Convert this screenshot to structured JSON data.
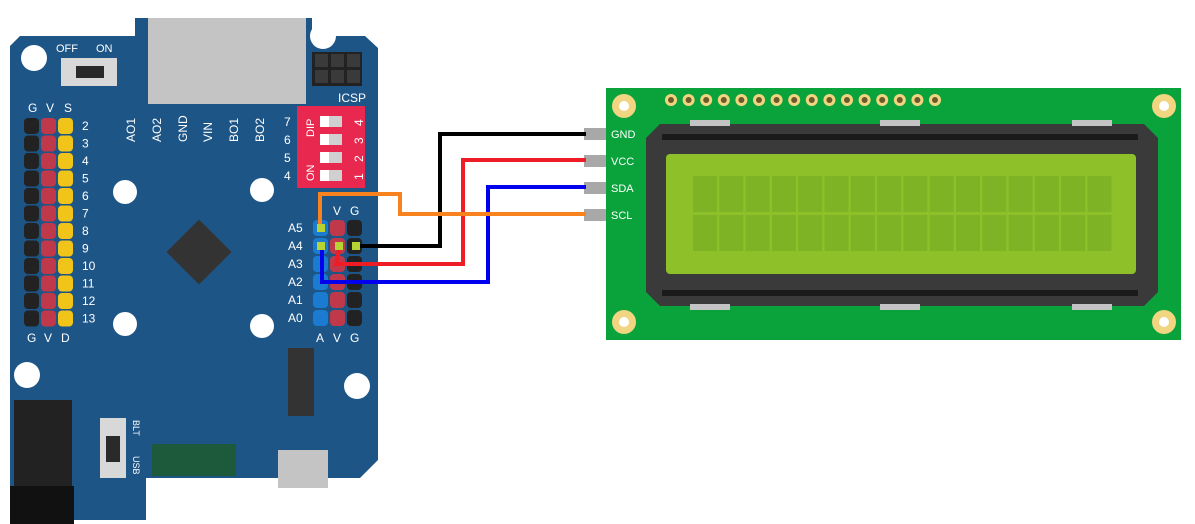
{
  "board": {
    "power_switch": {
      "off": "OFF",
      "on": "ON"
    },
    "icsp": "ICSP",
    "digital_header_cols": {
      "g": "G",
      "v": "V",
      "s": "S"
    },
    "digital_header_bottom": {
      "g": "G",
      "v": "V",
      "d": "D"
    },
    "digital_pins": [
      "2",
      "3",
      "4",
      "5",
      "6",
      "7",
      "8",
      "9",
      "10",
      "11",
      "12",
      "13"
    ],
    "top_labels": [
      "AO1",
      "AO2",
      "GND",
      "VIN",
      "BO1",
      "BO2"
    ],
    "dip_left_numbers": [
      "7",
      "6",
      "5",
      "4"
    ],
    "dip_label": "DIP",
    "dip_on_label": "ON",
    "dip_right_numbers": [
      "4",
      "3",
      "2",
      "1"
    ],
    "analog_header_top": {
      "v": "V",
      "g": "G"
    },
    "analog_pins": [
      "A5",
      "A4",
      "A3",
      "A2",
      "A1",
      "A0"
    ],
    "analog_header_bottom": {
      "a": "A",
      "v": "V",
      "g": "G"
    },
    "switch_labels": {
      "blt": "BLT",
      "usb": "USB"
    }
  },
  "lcd": {
    "pins": [
      "GND",
      "VCC",
      "SDA",
      "SCL"
    ]
  },
  "colors": {
    "board": "#1e5587",
    "pcb_green": "#0aa33b",
    "lcd_screen": "#8ec02a",
    "wire_gnd": "#000000",
    "wire_vcc": "#ee1c24",
    "wire_sda": "#0000ee",
    "wire_scl": "#f7821e",
    "dip_red": "#e8284e"
  }
}
